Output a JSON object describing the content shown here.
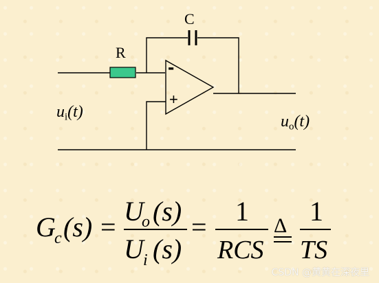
{
  "circuit": {
    "resistor_label": "R",
    "capacitor_label": "C",
    "inverting_sign": "-",
    "noninverting_sign": "+",
    "input_label": "u",
    "input_sub": "i",
    "output_label": "u",
    "output_sub": "o",
    "arg_t": "(t)",
    "resistor_color": "#3cc88c"
  },
  "formula": {
    "lhs_main": "G",
    "lhs_sub": "c",
    "lhs_arg": "(s)",
    "equals": "=",
    "num1_main": "U",
    "num1_sub": "o",
    "num1_arg": "(s)",
    "den1_main": "U",
    "den1_sub": "i",
    "den1_arg": "(s)",
    "frac2_num": "1",
    "frac2_den": "RCS",
    "defeq": "Δ",
    "frac3_num": "1",
    "frac3_den": "TS"
  },
  "watermark": "CSDN @黄黄在深夜里"
}
